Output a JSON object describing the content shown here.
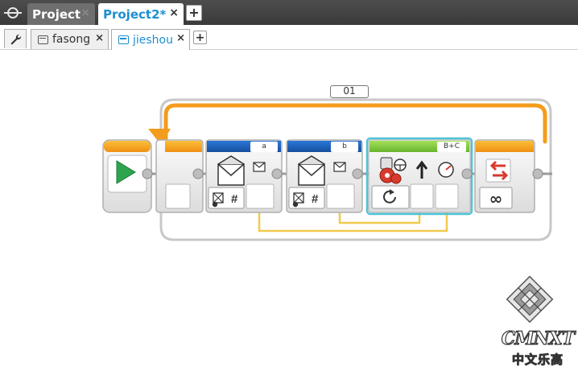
{
  "project_tabs": [
    {
      "label": "Project",
      "active": false,
      "close": "×"
    },
    {
      "label": "Project2*",
      "active": true,
      "close": "×"
    }
  ],
  "add_tab": "+",
  "program_tabs": [
    {
      "label": "fasong",
      "active": false,
      "close": "×"
    },
    {
      "label": "jieshou",
      "active": true,
      "close": "×"
    }
  ],
  "program": {
    "loop": {
      "name": "01",
      "mode": "∞"
    },
    "receive_blocks": [
      {
        "message_title": "a",
        "mode_glyph": "#"
      },
      {
        "message_title": "b",
        "mode_glyph": "#"
      }
    ],
    "move_block": {
      "ports": "B+C"
    }
  },
  "watermark": {
    "text": "CMNXT",
    "subtitle": "中文乐高"
  },
  "colors": {
    "accent_blue": "#1e8fd0",
    "loop_orange": "#f39c1e",
    "message_blue": "#1b5fb8",
    "move_green": "#7dc83c",
    "wire_yellow": "#f2c94c",
    "selection_cyan": "#4fc3d6"
  }
}
